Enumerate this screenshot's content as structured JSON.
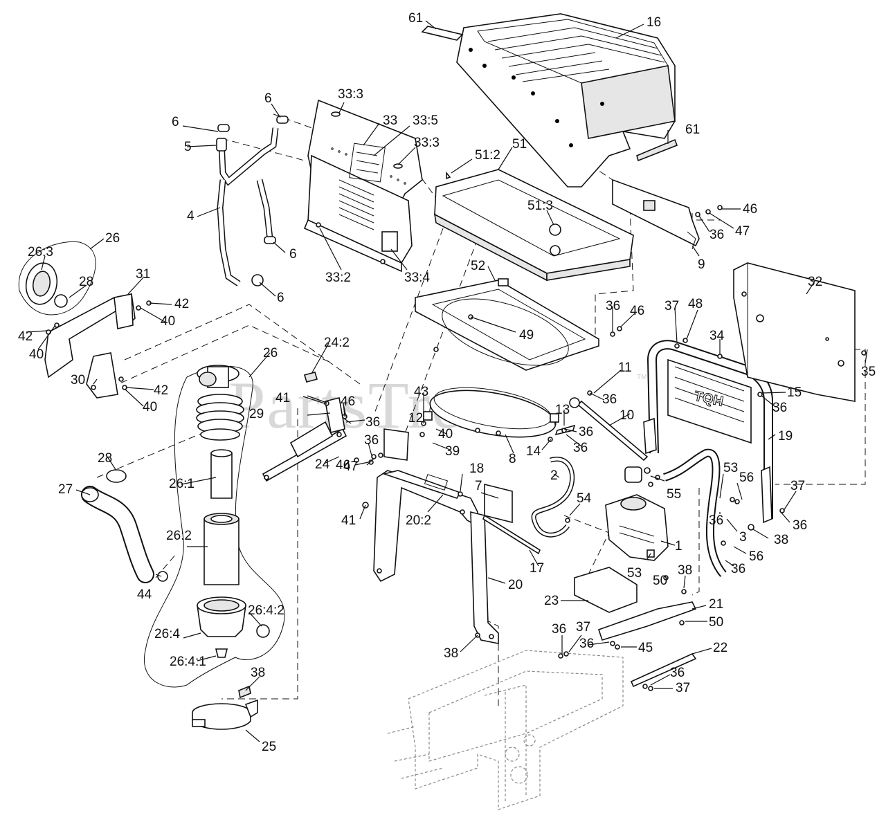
{
  "watermark": "PartsTree",
  "watermark_tm": "TM",
  "labels": [
    {
      "id": "l61a",
      "text": "61"
    },
    {
      "id": "l16",
      "text": "16"
    },
    {
      "id": "l33_3a",
      "text": "33:3"
    },
    {
      "id": "l33",
      "text": "33"
    },
    {
      "id": "l33_5",
      "text": "33:5"
    },
    {
      "id": "l33_3b",
      "text": "33:3"
    },
    {
      "id": "l6a",
      "text": "6"
    },
    {
      "id": "l6b",
      "text": "6"
    },
    {
      "id": "l5",
      "text": "5"
    },
    {
      "id": "l4",
      "text": "4"
    },
    {
      "id": "l6c",
      "text": "6"
    },
    {
      "id": "l6d",
      "text": "6"
    },
    {
      "id": "l51_2",
      "text": "51:2"
    },
    {
      "id": "l51",
      "text": "51"
    },
    {
      "id": "l61b",
      "text": "61"
    },
    {
      "id": "l51_3",
      "text": "51:3"
    },
    {
      "id": "l46a",
      "text": "46"
    },
    {
      "id": "l47a",
      "text": "47"
    },
    {
      "id": "l36a",
      "text": "36"
    },
    {
      "id": "l9",
      "text": "9"
    },
    {
      "id": "l33_2",
      "text": "33:2"
    },
    {
      "id": "l33_4",
      "text": "33:4"
    },
    {
      "id": "l26a",
      "text": "26"
    },
    {
      "id": "l26_3",
      "text": "26:3"
    },
    {
      "id": "l28a",
      "text": "28"
    },
    {
      "id": "l31",
      "text": "31"
    },
    {
      "id": "l42a",
      "text": "42"
    },
    {
      "id": "l40a",
      "text": "40"
    },
    {
      "id": "l42b",
      "text": "42"
    },
    {
      "id": "l40b",
      "text": "40"
    },
    {
      "id": "l52",
      "text": "52"
    },
    {
      "id": "l32",
      "text": "32"
    },
    {
      "id": "l36b",
      "text": "36"
    },
    {
      "id": "l46b",
      "text": "46"
    },
    {
      "id": "l37a",
      "text": "37"
    },
    {
      "id": "l48",
      "text": "48"
    },
    {
      "id": "l49",
      "text": "49"
    },
    {
      "id": "l34",
      "text": "34"
    },
    {
      "id": "l35",
      "text": "35"
    },
    {
      "id": "l26b",
      "text": "26"
    },
    {
      "id": "l24_2",
      "text": "24:2"
    },
    {
      "id": "l46c",
      "text": "46"
    },
    {
      "id": "l36c",
      "text": "36"
    },
    {
      "id": "l11",
      "text": "11"
    },
    {
      "id": "l41a",
      "text": "41"
    },
    {
      "id": "l30",
      "text": "30"
    },
    {
      "id": "l42c",
      "text": "42"
    },
    {
      "id": "l40c",
      "text": "40"
    },
    {
      "id": "l36d",
      "text": "36"
    },
    {
      "id": "l15",
      "text": "15"
    },
    {
      "id": "l36e",
      "text": "36"
    },
    {
      "id": "l41b",
      "text": "41"
    },
    {
      "id": "l46d",
      "text": "46"
    },
    {
      "id": "l43",
      "text": "43"
    },
    {
      "id": "l13",
      "text": "13"
    },
    {
      "id": "l29",
      "text": "29"
    },
    {
      "id": "l36f",
      "text": "36"
    },
    {
      "id": "l12",
      "text": "12"
    },
    {
      "id": "l40d",
      "text": "40"
    },
    {
      "id": "l10",
      "text": "10"
    },
    {
      "id": "l36g",
      "text": "36"
    },
    {
      "id": "l28b",
      "text": "28"
    },
    {
      "id": "l36h",
      "text": "36"
    },
    {
      "id": "l39",
      "text": "39"
    },
    {
      "id": "l8",
      "text": "8"
    },
    {
      "id": "l36i",
      "text": "36"
    },
    {
      "id": "l19",
      "text": "19"
    },
    {
      "id": "l47b",
      "text": "47"
    },
    {
      "id": "l14",
      "text": "14"
    },
    {
      "id": "l46e",
      "text": "46"
    },
    {
      "id": "l24",
      "text": "24"
    },
    {
      "id": "l18",
      "text": "18"
    },
    {
      "id": "l2",
      "text": "2"
    },
    {
      "id": "l54a",
      "text": "54"
    },
    {
      "id": "l55",
      "text": "55"
    },
    {
      "id": "l53a",
      "text": "53"
    },
    {
      "id": "l56a",
      "text": "56"
    },
    {
      "id": "l27",
      "text": "27"
    },
    {
      "id": "l26_1",
      "text": "26:1"
    },
    {
      "id": "l7",
      "text": "7"
    },
    {
      "id": "l37b",
      "text": "37"
    },
    {
      "id": "l54b",
      "text": "54"
    },
    {
      "id": "l41c",
      "text": "41"
    },
    {
      "id": "l20_2",
      "text": "20:2"
    },
    {
      "id": "l36j",
      "text": "36"
    },
    {
      "id": "l36k",
      "text": "36"
    },
    {
      "id": "l38a",
      "text": "38"
    },
    {
      "id": "l3",
      "text": "3"
    },
    {
      "id": "l26_2",
      "text": "26:2"
    },
    {
      "id": "l1",
      "text": "1"
    },
    {
      "id": "l56b",
      "text": "56"
    },
    {
      "id": "l17",
      "text": "17"
    },
    {
      "id": "l44",
      "text": "44"
    },
    {
      "id": "l53b",
      "text": "53"
    },
    {
      "id": "l50a",
      "text": "50"
    },
    {
      "id": "l36l",
      "text": "36"
    },
    {
      "id": "l20",
      "text": "20"
    },
    {
      "id": "l38b",
      "text": "38"
    },
    {
      "id": "l23",
      "text": "23"
    },
    {
      "id": "l21",
      "text": "21"
    },
    {
      "id": "l26_4_2",
      "text": "26:4:2"
    },
    {
      "id": "l50b",
      "text": "50"
    },
    {
      "id": "l26_4",
      "text": "26:4"
    },
    {
      "id": "l36m",
      "text": "36"
    },
    {
      "id": "l37c",
      "text": "37"
    },
    {
      "id": "l36n",
      "text": "36"
    },
    {
      "id": "l45",
      "text": "45"
    },
    {
      "id": "l22",
      "text": "22"
    },
    {
      "id": "l38c",
      "text": "38"
    },
    {
      "id": "l26_4_1",
      "text": "26:4:1"
    },
    {
      "id": "l36o",
      "text": "36"
    },
    {
      "id": "l38d",
      "text": "38"
    },
    {
      "id": "l37d",
      "text": "37"
    },
    {
      "id": "l25",
      "text": "25"
    }
  ],
  "placards": {
    "tractor_hood_text": "TQH"
  }
}
